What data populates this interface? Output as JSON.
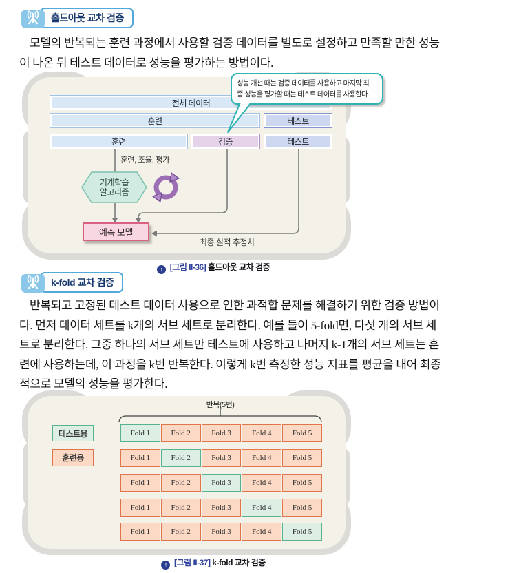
{
  "icons": {
    "caption_arrow": "↑"
  },
  "colors": {
    "header_navy": "#17386c",
    "tab_border": "#54a9da",
    "icon_blue": "#8ac7e9",
    "panel_cream": "#f4f1e8",
    "panel_gray": "#dcdbd7",
    "bar_blue_bg": "#d9e8f7",
    "bar_blue_border": "#9fc2e5",
    "bar_test_bg": "#cdd7ef",
    "bar_test_border": "#8295cd",
    "bar_valid_bg": "#e5d4e9",
    "bar_valid_border": "#b48fc3",
    "bubble_teal": "#2eb2b4",
    "hex_mint_bg": "#d2ebe2",
    "hex_mint_border": "#7cc2ae",
    "cycle_purple": "#9c6eb4",
    "model_pink_bg": "#f9d7e2",
    "model_pink_border": "#d95f84",
    "fold_train_bg": "#fcd9c4",
    "fold_train_border": "#e0754b",
    "fold_test_bg": "#ddefe5",
    "fold_test_border": "#57b28e",
    "caption_blue": "#30429b",
    "arrow_gray": "#7c7c7c"
  },
  "section1": {
    "header": "홀드아웃 교차 검증",
    "paragraph": "모델의 반복되는 훈련 과정에서 사용할 검증 데이터를 별도로 설정하고 만족할 만한 성능이 나온 뒤 테스트 데이터로 성능을 평가하는 방법이다.",
    "diagram": {
      "callout_line1": "성능 개선 때는 검증 데이터를 사용하고 마지막 최",
      "callout_line2": "종 성능을 평가할 때는 테스트 데이터를 사용한다.",
      "row1_label": "전체 데이터",
      "row2_train": "훈련",
      "row2_test": "테스트",
      "row3_train": "훈련",
      "row3_valid": "검증",
      "row3_test": "테스트",
      "flow_label": "훈련, 조율, 평가",
      "hexagon_line1": "기계학습",
      "hexagon_line2": "알고리즘",
      "model_box": "예측 모델",
      "estimate_label": "최종 실적 추정치"
    },
    "caption": {
      "fig": "[그림 II-36]",
      "text": "홀드아웃 교차 검증"
    }
  },
  "section2": {
    "header": "k-fold 교차 검증",
    "paragraph": "반복되고 고정된 테스트 데이터 사용으로 인한 과적합 문제를 해결하기 위한 검증 방법이다. 먼저 데이터 세트를 k개의 서브 세트로 분리한다. 예를 들어 5-fold면, 다섯 개의 서브 세트로 분리한다. 그중 하나의 서브 세트만 테스트에 사용하고 나머지 k-1개의 서브 세트는 훈련에 사용하는데, 이 과정을 k번 반복한다. 이렇게 k번 측정한 성능 지표를 평균을 내어 최종적으로 모델의 성능을 평가한다.",
    "diagram": {
      "repeat_label": "반복(5번)",
      "legend_test": "테스트용",
      "legend_train": "훈련용",
      "folds": [
        "Fold 1",
        "Fold 2",
        "Fold 3",
        "Fold 4",
        "Fold 5"
      ]
    },
    "caption": {
      "fig": "[그림 II-37]",
      "text": "k-fold 교차 검증"
    }
  }
}
